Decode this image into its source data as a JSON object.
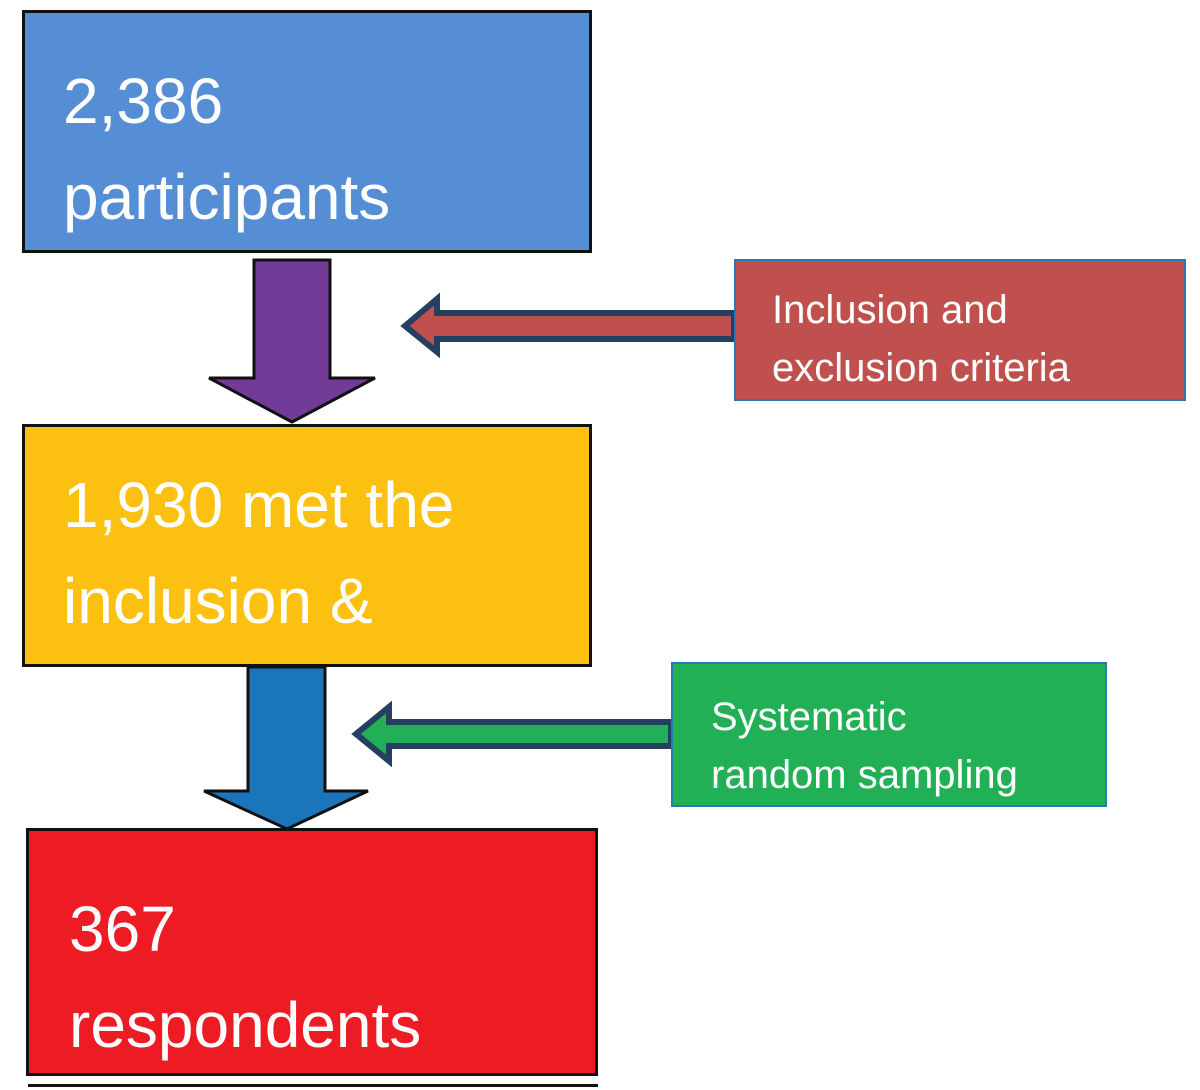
{
  "flowchart": {
    "participants": {
      "line1": "2,386",
      "line2": "participants",
      "fill": "#558ed5",
      "text_color": "#ffffff"
    },
    "inclusion": {
      "line1": "1,930 met the",
      "line2": "inclusion &",
      "fill": "#fcc010",
      "text_color": "#ffffff"
    },
    "respondents": {
      "line1": "367",
      "line2": "respondents",
      "fill": "#ed1c24",
      "text_color": "#ffffff"
    },
    "criteria": {
      "line1": "Inclusion and",
      "line2": "exclusion criteria",
      "fill": "#c0504d",
      "text_color": "#ffffff"
    },
    "sampling": {
      "line1": "Systematic",
      "line2": "random sampling",
      "fill": "#21b055",
      "text_color": "#ffffff"
    },
    "arrow_colors": {
      "down_1": "#713b97",
      "down_2": "#1b75bb",
      "side_1_fill": "#c0504d",
      "side_2_fill": "#21b055",
      "side_outline": "#243f60",
      "outline": "#111111"
    }
  }
}
